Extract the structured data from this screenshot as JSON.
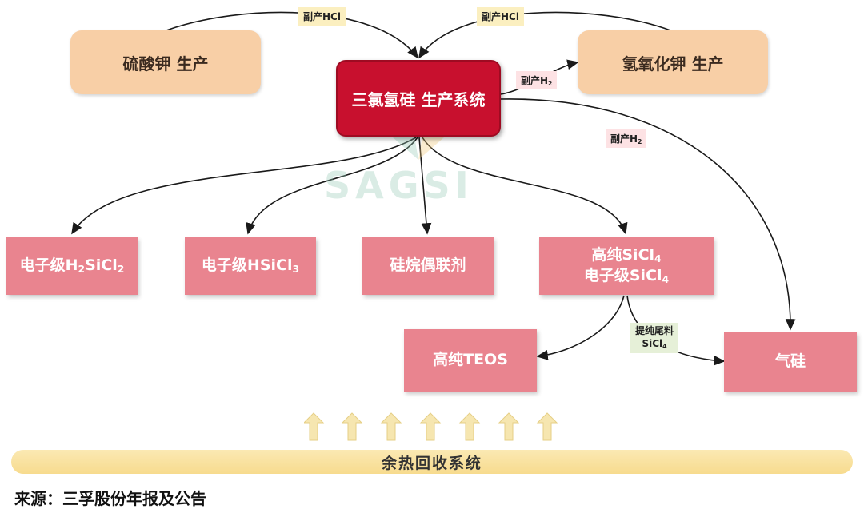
{
  "nodes": {
    "k2so4": "硫酸钾 生产",
    "koh": "氢氧化钾 生产",
    "center": "三氯氢硅 生产系统",
    "h2sicl2_prefix": "电子级H",
    "h2sicl2_sub1": "2",
    "h2sicl2_mid": "SiCl",
    "h2sicl2_sub2": "2",
    "hsicl3_prefix": "电子级HSiCl",
    "hsicl3_sub": "3",
    "silane": "硅烷偶联剂",
    "sicl4_line1_prefix": "高纯SiCl",
    "sicl4_line1_sub": "4",
    "sicl4_line2_prefix": "电子级SiCl",
    "sicl4_line2_sub": "4",
    "teos": "高纯TEOS",
    "fumed_silica": "气硅"
  },
  "labels": {
    "hcl_left": "副产HCl",
    "hcl_right": "副产HCl",
    "h2_top_prefix": "副产H",
    "h2_top_sub": "2",
    "h2_right_prefix": "副产H",
    "h2_right_sub": "2",
    "tail_line1": "提纯尾料",
    "tail_line2_prefix": "SiCl",
    "tail_line2_sub": "4"
  },
  "watermark": "SAGSI",
  "heat_recovery": "余热回收系统",
  "source": "来源：三孚股份年报及公告",
  "colors": {
    "center": "#c8102e",
    "peach": "#f8cfa6",
    "pink": "#e9848f",
    "heat_bar": "#f7db8e",
    "up_arrow": "#f6e6b0"
  }
}
